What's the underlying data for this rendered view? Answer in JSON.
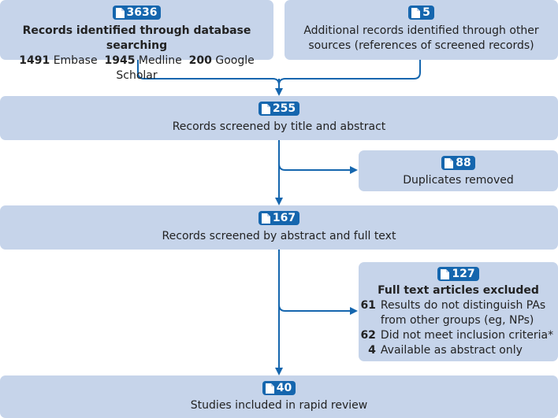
{
  "boxes": {
    "database": {
      "count": "3636",
      "title": "Records identified through database searching",
      "sources": [
        {
          "count": "1491",
          "label": "Embase"
        },
        {
          "count": "1945",
          "label": "Medline"
        },
        {
          "count": "200",
          "label": "Google Scholar"
        }
      ]
    },
    "additional": {
      "count": "5",
      "lines": [
        "Additional records identified through other",
        "sources (references of screened records)"
      ]
    },
    "screened_title": {
      "count": "255",
      "text": "Records screened by title and abstract"
    },
    "duplicates": {
      "count": "88",
      "text": "Duplicates removed"
    },
    "screened_full": {
      "count": "167",
      "text": "Records screened by abstract and full text"
    },
    "excluded": {
      "count": "127",
      "title": "Full text articles excluded",
      "reasons": [
        {
          "count": "61",
          "lines": [
            "Results do not distinguish PAs",
            "from other groups (eg, NPs)"
          ]
        },
        {
          "count": "62",
          "lines": [
            "Did not meet inclusion criteria*"
          ]
        },
        {
          "count": "4",
          "lines": [
            "Available as abstract only"
          ]
        }
      ]
    },
    "included": {
      "count": "40",
      "text": "Studies included in rapid review"
    }
  },
  "colors": {
    "box_fill": "#c6d4ea",
    "badge": "#1566ae",
    "arrow": "#1566ae"
  },
  "icons": {
    "badge_icon": "document-icon"
  }
}
